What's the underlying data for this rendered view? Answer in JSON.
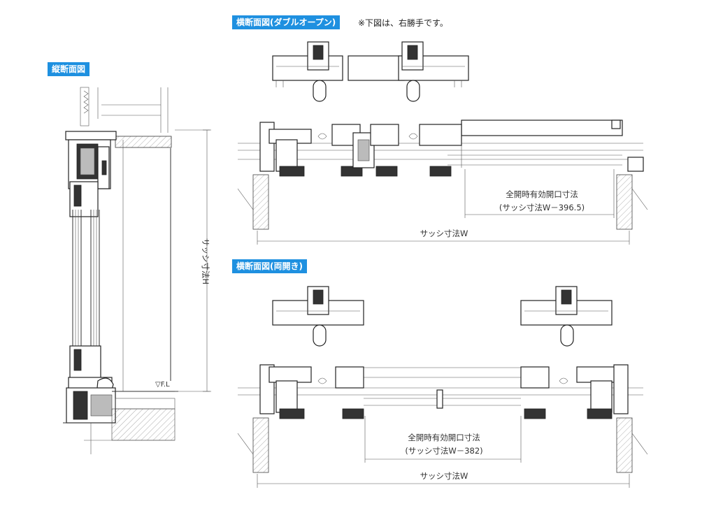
{
  "labels": {
    "vertical_section": "縦断面図",
    "horizontal_double": "横断面図(ダブルオープン)",
    "horizontal_both": "横断面図(両開き)",
    "note_right_hand": "※下図は、右勝手です。"
  },
  "dimensions": {
    "sash_h": "サッシ寸法H",
    "fl_mark": "▽F.L",
    "top_effective_title": "全開時有効開口寸法",
    "top_effective_formula": "(サッシ寸法W－396.5)",
    "top_sash_w": "サッシ寸法W",
    "bottom_effective_title": "全開時有効開口寸法",
    "bottom_effective_formula": "(サッシ寸法W－382)",
    "bottom_sash_w": "サッシ寸法W"
  }
}
